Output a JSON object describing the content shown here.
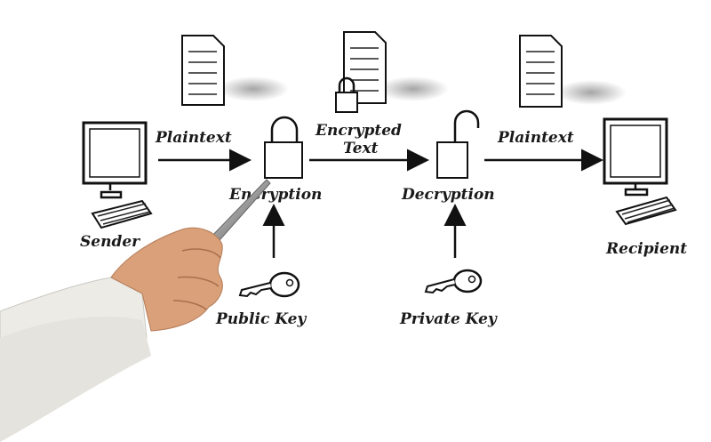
{
  "diagram": {
    "nodes": {
      "sender": "Sender",
      "encryption": "Encryption",
      "decryption": "Decryption",
      "recipient": "Recipient",
      "public_key": "Public Key",
      "private_key": "Private Key"
    },
    "edges": {
      "plaintext_in": "Plaintext",
      "encrypted_line1": "Encrypted",
      "encrypted_line2": "Text",
      "plaintext_out": "Plaintext"
    },
    "icons": [
      "document-icon",
      "monitor-icon",
      "keyboard-icon",
      "lock-closed-icon",
      "lock-open-icon",
      "key-icon"
    ],
    "colors": {
      "ink": "#111111",
      "skin": "#d9a07a",
      "sleeve": "#ecebe6"
    }
  }
}
